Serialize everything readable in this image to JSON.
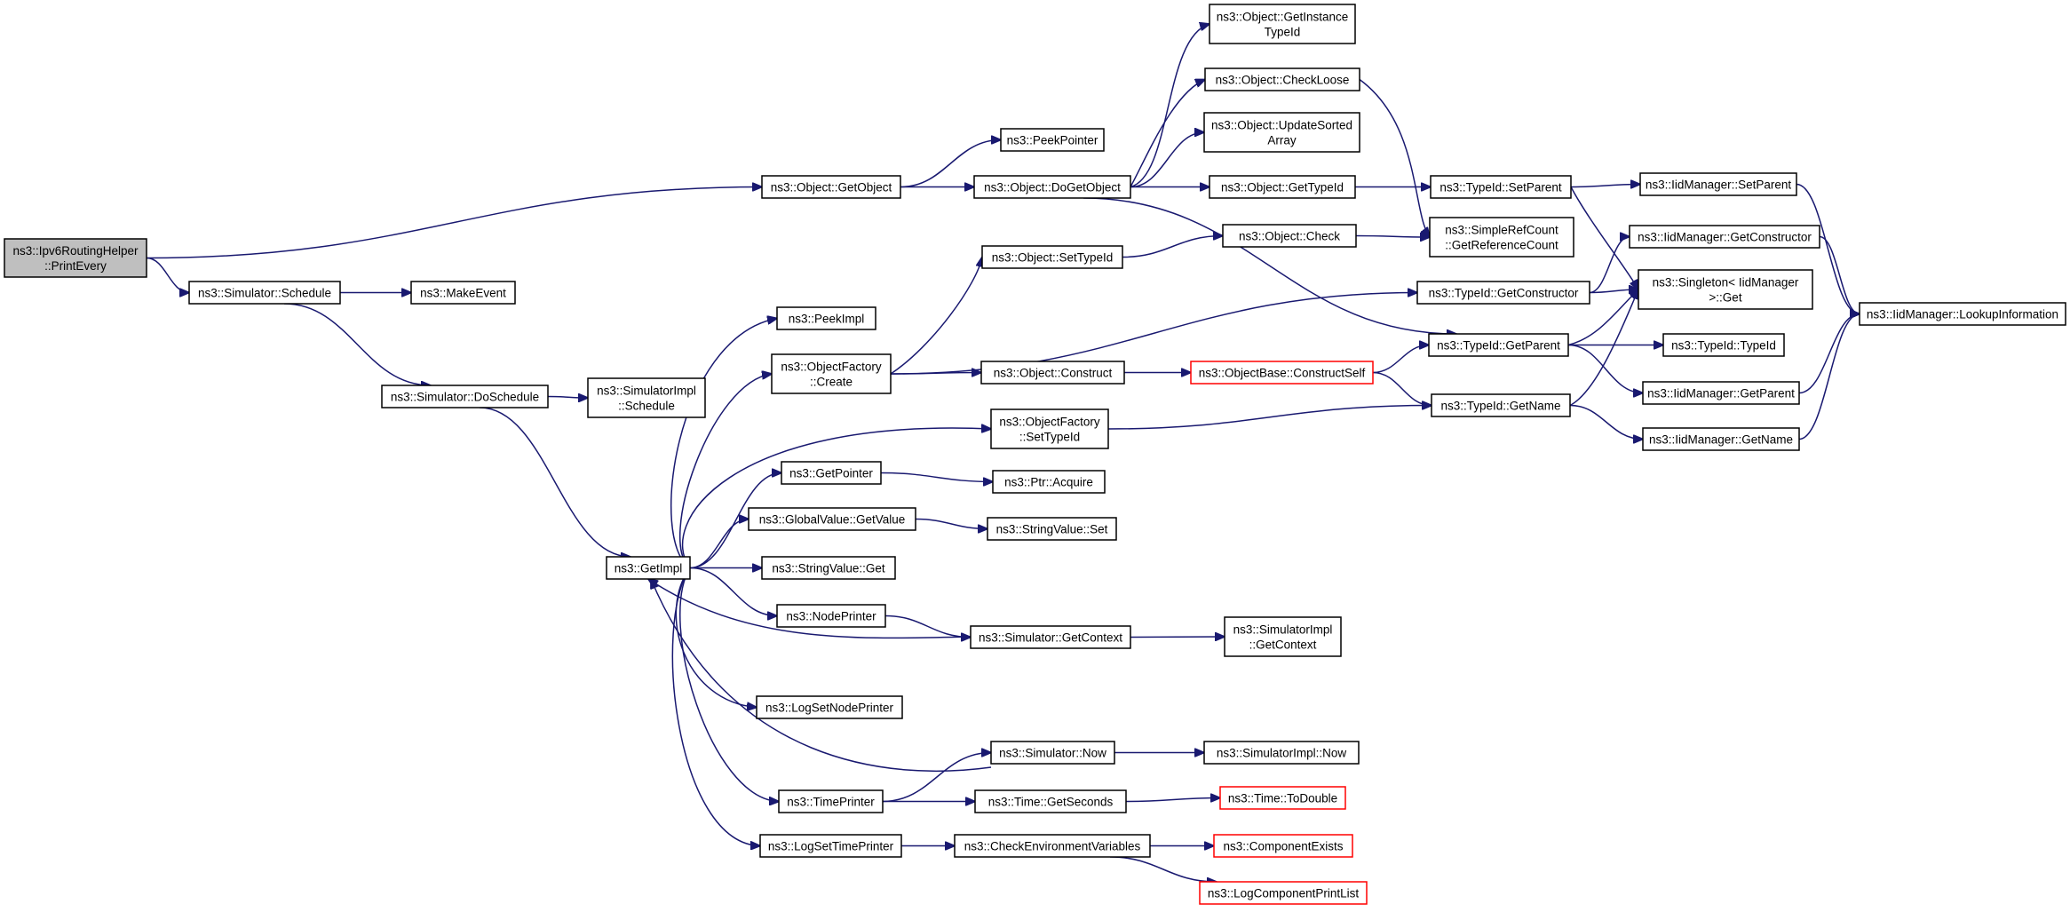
{
  "graph": {
    "edge_color": "#191970",
    "root_fill": "#bfbfbf",
    "truncated_border": "#ff0000",
    "nodes": [
      {
        "id": "n0",
        "lines": [
          "ns3::Ipv6RoutingHelper",
          "::PrintEvery"
        ],
        "root": true
      },
      {
        "id": "n1",
        "lines": [
          "ns3::Object::GetObject"
        ]
      },
      {
        "id": "n2",
        "lines": [
          "ns3::Simulator::Schedule"
        ]
      },
      {
        "id": "n3",
        "lines": [
          "ns3::PeekPointer"
        ]
      },
      {
        "id": "n4",
        "lines": [
          "ns3::Object::DoGetObject"
        ]
      },
      {
        "id": "n5",
        "lines": [
          "ns3::Object::GetInstance",
          "TypeId"
        ]
      },
      {
        "id": "n6",
        "lines": [
          "ns3::Object::CheckLoose"
        ]
      },
      {
        "id": "n7",
        "lines": [
          "ns3::Object::UpdateSorted",
          "Array"
        ]
      },
      {
        "id": "n8",
        "lines": [
          "ns3::Object::GetTypeId"
        ]
      },
      {
        "id": "n9",
        "lines": [
          "ns3::TypeId::GetParent"
        ]
      },
      {
        "id": "n10",
        "lines": [
          "ns3::SimpleRefCount",
          "::GetReferenceCount"
        ]
      },
      {
        "id": "n11",
        "lines": [
          "ns3::TypeId::SetParent"
        ]
      },
      {
        "id": "n12",
        "lines": [
          "ns3::IidManager::SetParent"
        ]
      },
      {
        "id": "n13",
        "lines": [
          "ns3::Singleton< IidManager",
          ">::Get"
        ]
      },
      {
        "id": "n14",
        "lines": [
          "ns3::IidManager::LookupInformation"
        ]
      },
      {
        "id": "n15",
        "lines": [
          "ns3::TypeId::TypeId"
        ]
      },
      {
        "id": "n16",
        "lines": [
          "ns3::IidManager::GetParent"
        ]
      },
      {
        "id": "n17",
        "lines": [
          "ns3::MakeEvent"
        ]
      },
      {
        "id": "n18",
        "lines": [
          "ns3::Simulator::DoSchedule"
        ]
      },
      {
        "id": "n19",
        "lines": [
          "ns3::GetImpl"
        ]
      },
      {
        "id": "n20",
        "lines": [
          "ns3::SimulatorImpl",
          "::Schedule"
        ]
      },
      {
        "id": "n21",
        "lines": [
          "ns3::PeekImpl"
        ]
      },
      {
        "id": "n22",
        "lines": [
          "ns3::ObjectFactory",
          "::Create"
        ]
      },
      {
        "id": "n23",
        "lines": [
          "ns3::Object::SetTypeId"
        ]
      },
      {
        "id": "n24",
        "lines": [
          "ns3::Object::Check"
        ]
      },
      {
        "id": "n25",
        "lines": [
          "ns3::TypeId::GetConstructor"
        ]
      },
      {
        "id": "n26",
        "lines": [
          "ns3::IidManager::GetConstructor"
        ]
      },
      {
        "id": "n27",
        "lines": [
          "ns3::Object::Construct"
        ]
      },
      {
        "id": "n28",
        "lines": [
          "ns3::ObjectBase::ConstructSelf"
        ],
        "truncated": true
      },
      {
        "id": "n29",
        "lines": [
          "ns3::TypeId::GetName"
        ]
      },
      {
        "id": "n30",
        "lines": [
          "ns3::IidManager::GetName"
        ]
      },
      {
        "id": "n31",
        "lines": [
          "ns3::ObjectFactory",
          "::SetTypeId"
        ]
      },
      {
        "id": "n32",
        "lines": [
          "ns3::GetPointer"
        ]
      },
      {
        "id": "n33",
        "lines": [
          "ns3::Ptr::Acquire"
        ]
      },
      {
        "id": "n34",
        "lines": [
          "ns3::GlobalValue::GetValue"
        ]
      },
      {
        "id": "n35",
        "lines": [
          "ns3::StringValue::Set"
        ]
      },
      {
        "id": "n36",
        "lines": [
          "ns3::StringValue::Get"
        ]
      },
      {
        "id": "n37",
        "lines": [
          "ns3::NodePrinter"
        ]
      },
      {
        "id": "n38",
        "lines": [
          "ns3::Simulator::GetContext"
        ]
      },
      {
        "id": "n39",
        "lines": [
          "ns3::SimulatorImpl",
          "::GetContext"
        ]
      },
      {
        "id": "n40",
        "lines": [
          "ns3::LogSetNodePrinter"
        ]
      },
      {
        "id": "n41",
        "lines": [
          "ns3::Simulator::Now"
        ]
      },
      {
        "id": "n42",
        "lines": [
          "ns3::SimulatorImpl::Now"
        ]
      },
      {
        "id": "n43",
        "lines": [
          "ns3::TimePrinter"
        ]
      },
      {
        "id": "n44",
        "lines": [
          "ns3::Time::GetSeconds"
        ]
      },
      {
        "id": "n45",
        "lines": [
          "ns3::Time::ToDouble"
        ],
        "truncated": true
      },
      {
        "id": "n46",
        "lines": [
          "ns3::LogSetTimePrinter"
        ]
      },
      {
        "id": "n47",
        "lines": [
          "ns3::CheckEnvironmentVariables"
        ]
      },
      {
        "id": "n48",
        "lines": [
          "ns3::ComponentExists"
        ],
        "truncated": true
      },
      {
        "id": "n49",
        "lines": [
          "ns3::LogComponentPrintList"
        ],
        "truncated": true
      }
    ],
    "edges": [
      [
        "n0",
        "n1"
      ],
      [
        "n0",
        "n2"
      ],
      [
        "n1",
        "n3"
      ],
      [
        "n1",
        "n4"
      ],
      [
        "n4",
        "n5"
      ],
      [
        "n4",
        "n6"
      ],
      [
        "n4",
        "n7"
      ],
      [
        "n4",
        "n8"
      ],
      [
        "n4",
        "n9"
      ],
      [
        "n6",
        "n10"
      ],
      [
        "n8",
        "n11"
      ],
      [
        "n11",
        "n12"
      ],
      [
        "n11",
        "n13"
      ],
      [
        "n12",
        "n14"
      ],
      [
        "n9",
        "n13"
      ],
      [
        "n9",
        "n15"
      ],
      [
        "n9",
        "n16"
      ],
      [
        "n16",
        "n14"
      ],
      [
        "n2",
        "n17"
      ],
      [
        "n2",
        "n18"
      ],
      [
        "n18",
        "n20"
      ],
      [
        "n18",
        "n19"
      ],
      [
        "n19",
        "n21"
      ],
      [
        "n19",
        "n22"
      ],
      [
        "n19",
        "n31"
      ],
      [
        "n19",
        "n32"
      ],
      [
        "n19",
        "n34"
      ],
      [
        "n19",
        "n36"
      ],
      [
        "n19",
        "n37"
      ],
      [
        "n19",
        "n40"
      ],
      [
        "n19",
        "n43"
      ],
      [
        "n19",
        "n46"
      ],
      [
        "n22",
        "n23"
      ],
      [
        "n22",
        "n25"
      ],
      [
        "n22",
        "n27"
      ],
      [
        "n23",
        "n24"
      ],
      [
        "n24",
        "n10"
      ],
      [
        "n25",
        "n26"
      ],
      [
        "n25",
        "n13"
      ],
      [
        "n26",
        "n14"
      ],
      [
        "n27",
        "n28"
      ],
      [
        "n28",
        "n9"
      ],
      [
        "n28",
        "n29"
      ],
      [
        "n29",
        "n13"
      ],
      [
        "n29",
        "n30"
      ],
      [
        "n30",
        "n14"
      ],
      [
        "n31",
        "n29"
      ],
      [
        "n32",
        "n33"
      ],
      [
        "n34",
        "n35"
      ],
      [
        "n37",
        "n38"
      ],
      [
        "n38",
        "n39"
      ],
      [
        "n38",
        "n19"
      ],
      [
        "n43",
        "n41"
      ],
      [
        "n43",
        "n44"
      ],
      [
        "n41",
        "n42"
      ],
      [
        "n41",
        "n19"
      ],
      [
        "n44",
        "n45"
      ],
      [
        "n46",
        "n47"
      ],
      [
        "n47",
        "n48"
      ],
      [
        "n47",
        "n49"
      ]
    ]
  }
}
